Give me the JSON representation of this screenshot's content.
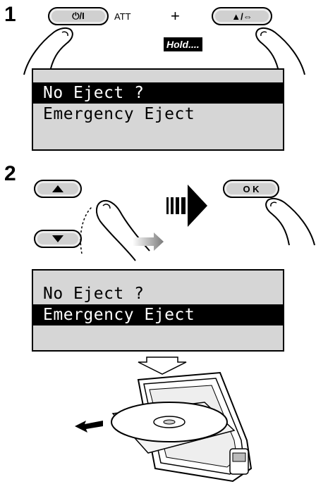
{
  "steps": [
    {
      "number": "1"
    },
    {
      "number": "2"
    }
  ],
  "buttons": {
    "power_label": "⏻/I",
    "att_label": "ATT",
    "plus": "+",
    "eject_label": "▲/⇔",
    "hold_text": "Hold....",
    "ok_label": "O K",
    "up_icon": "triangle-up-icon",
    "down_icon": "triangle-down-icon"
  },
  "screen1": {
    "lines": [
      "No Eject ?",
      "Emergency Eject",
      ""
    ],
    "selected_index": 0
  },
  "screen2": {
    "lines": [
      "No Eject ?",
      "Emergency Eject",
      ""
    ],
    "selected_index": 1
  },
  "colors": {
    "lcd_bg": "#d6d6d6",
    "button_fill": "#d0d0d0",
    "highlight": "#000000"
  }
}
